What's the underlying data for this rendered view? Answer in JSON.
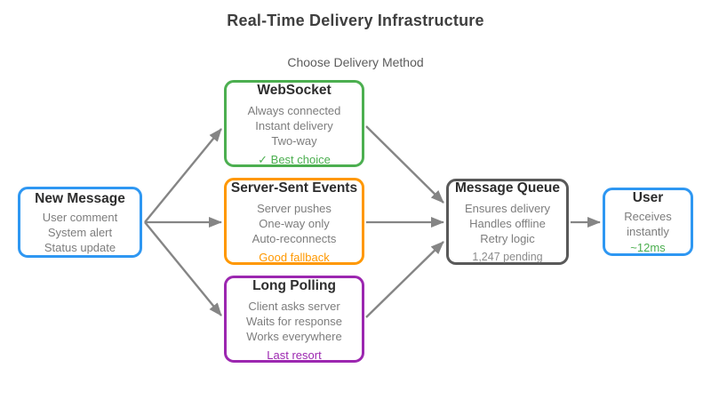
{
  "title": "Real-Time Delivery Infrastructure",
  "subtitle": "Choose Delivery Method",
  "nodes": {
    "new_message": {
      "title": "New Message",
      "lines": [
        "User comment",
        "System alert",
        "Status update"
      ],
      "accent_color": "#2e97f2"
    },
    "websocket": {
      "title": "WebSocket",
      "lines": [
        "Always connected",
        "Instant delivery",
        "Two-way"
      ],
      "badge": "✓ Best choice",
      "badge_color": "#4caf50",
      "accent_color": "#4caf50"
    },
    "server_sent_events": {
      "title": "Server-Sent Events",
      "lines": [
        "Server pushes",
        "One-way only",
        "Auto-reconnects"
      ],
      "badge": "Good fallback",
      "badge_color": "#ff9800",
      "accent_color": "#ff9800"
    },
    "long_polling": {
      "title": "Long Polling",
      "lines": [
        "Client asks server",
        "Waits for response",
        "Works everywhere"
      ],
      "badge": "Last resort",
      "badge_color": "#9c27b0",
      "accent_color": "#9c27b0"
    },
    "message_queue": {
      "title": "Message Queue",
      "lines": [
        "Ensures delivery",
        "Handles offline",
        "Retry logic"
      ],
      "note": "1,247 pending",
      "accent_color": "#595959"
    },
    "user": {
      "title": "User",
      "lines": [
        "Receives",
        "instantly"
      ],
      "badge": "~12ms",
      "badge_color": "#4caf50",
      "accent_color": "#2e97f2"
    }
  },
  "edges": [
    {
      "from": "New Message",
      "to": "WebSocket"
    },
    {
      "from": "New Message",
      "to": "Server-Sent Events"
    },
    {
      "from": "New Message",
      "to": "Long Polling"
    },
    {
      "from": "WebSocket",
      "to": "Message Queue"
    },
    {
      "from": "Server-Sent Events",
      "to": "Message Queue"
    },
    {
      "from": "Long Polling",
      "to": "Message Queue"
    },
    {
      "from": "Message Queue",
      "to": "User"
    }
  ],
  "colors": {
    "background": "#ffffff",
    "arrow": "#858585",
    "title_text": "#3f3f3f",
    "body_text": "#7d7d7d"
  }
}
